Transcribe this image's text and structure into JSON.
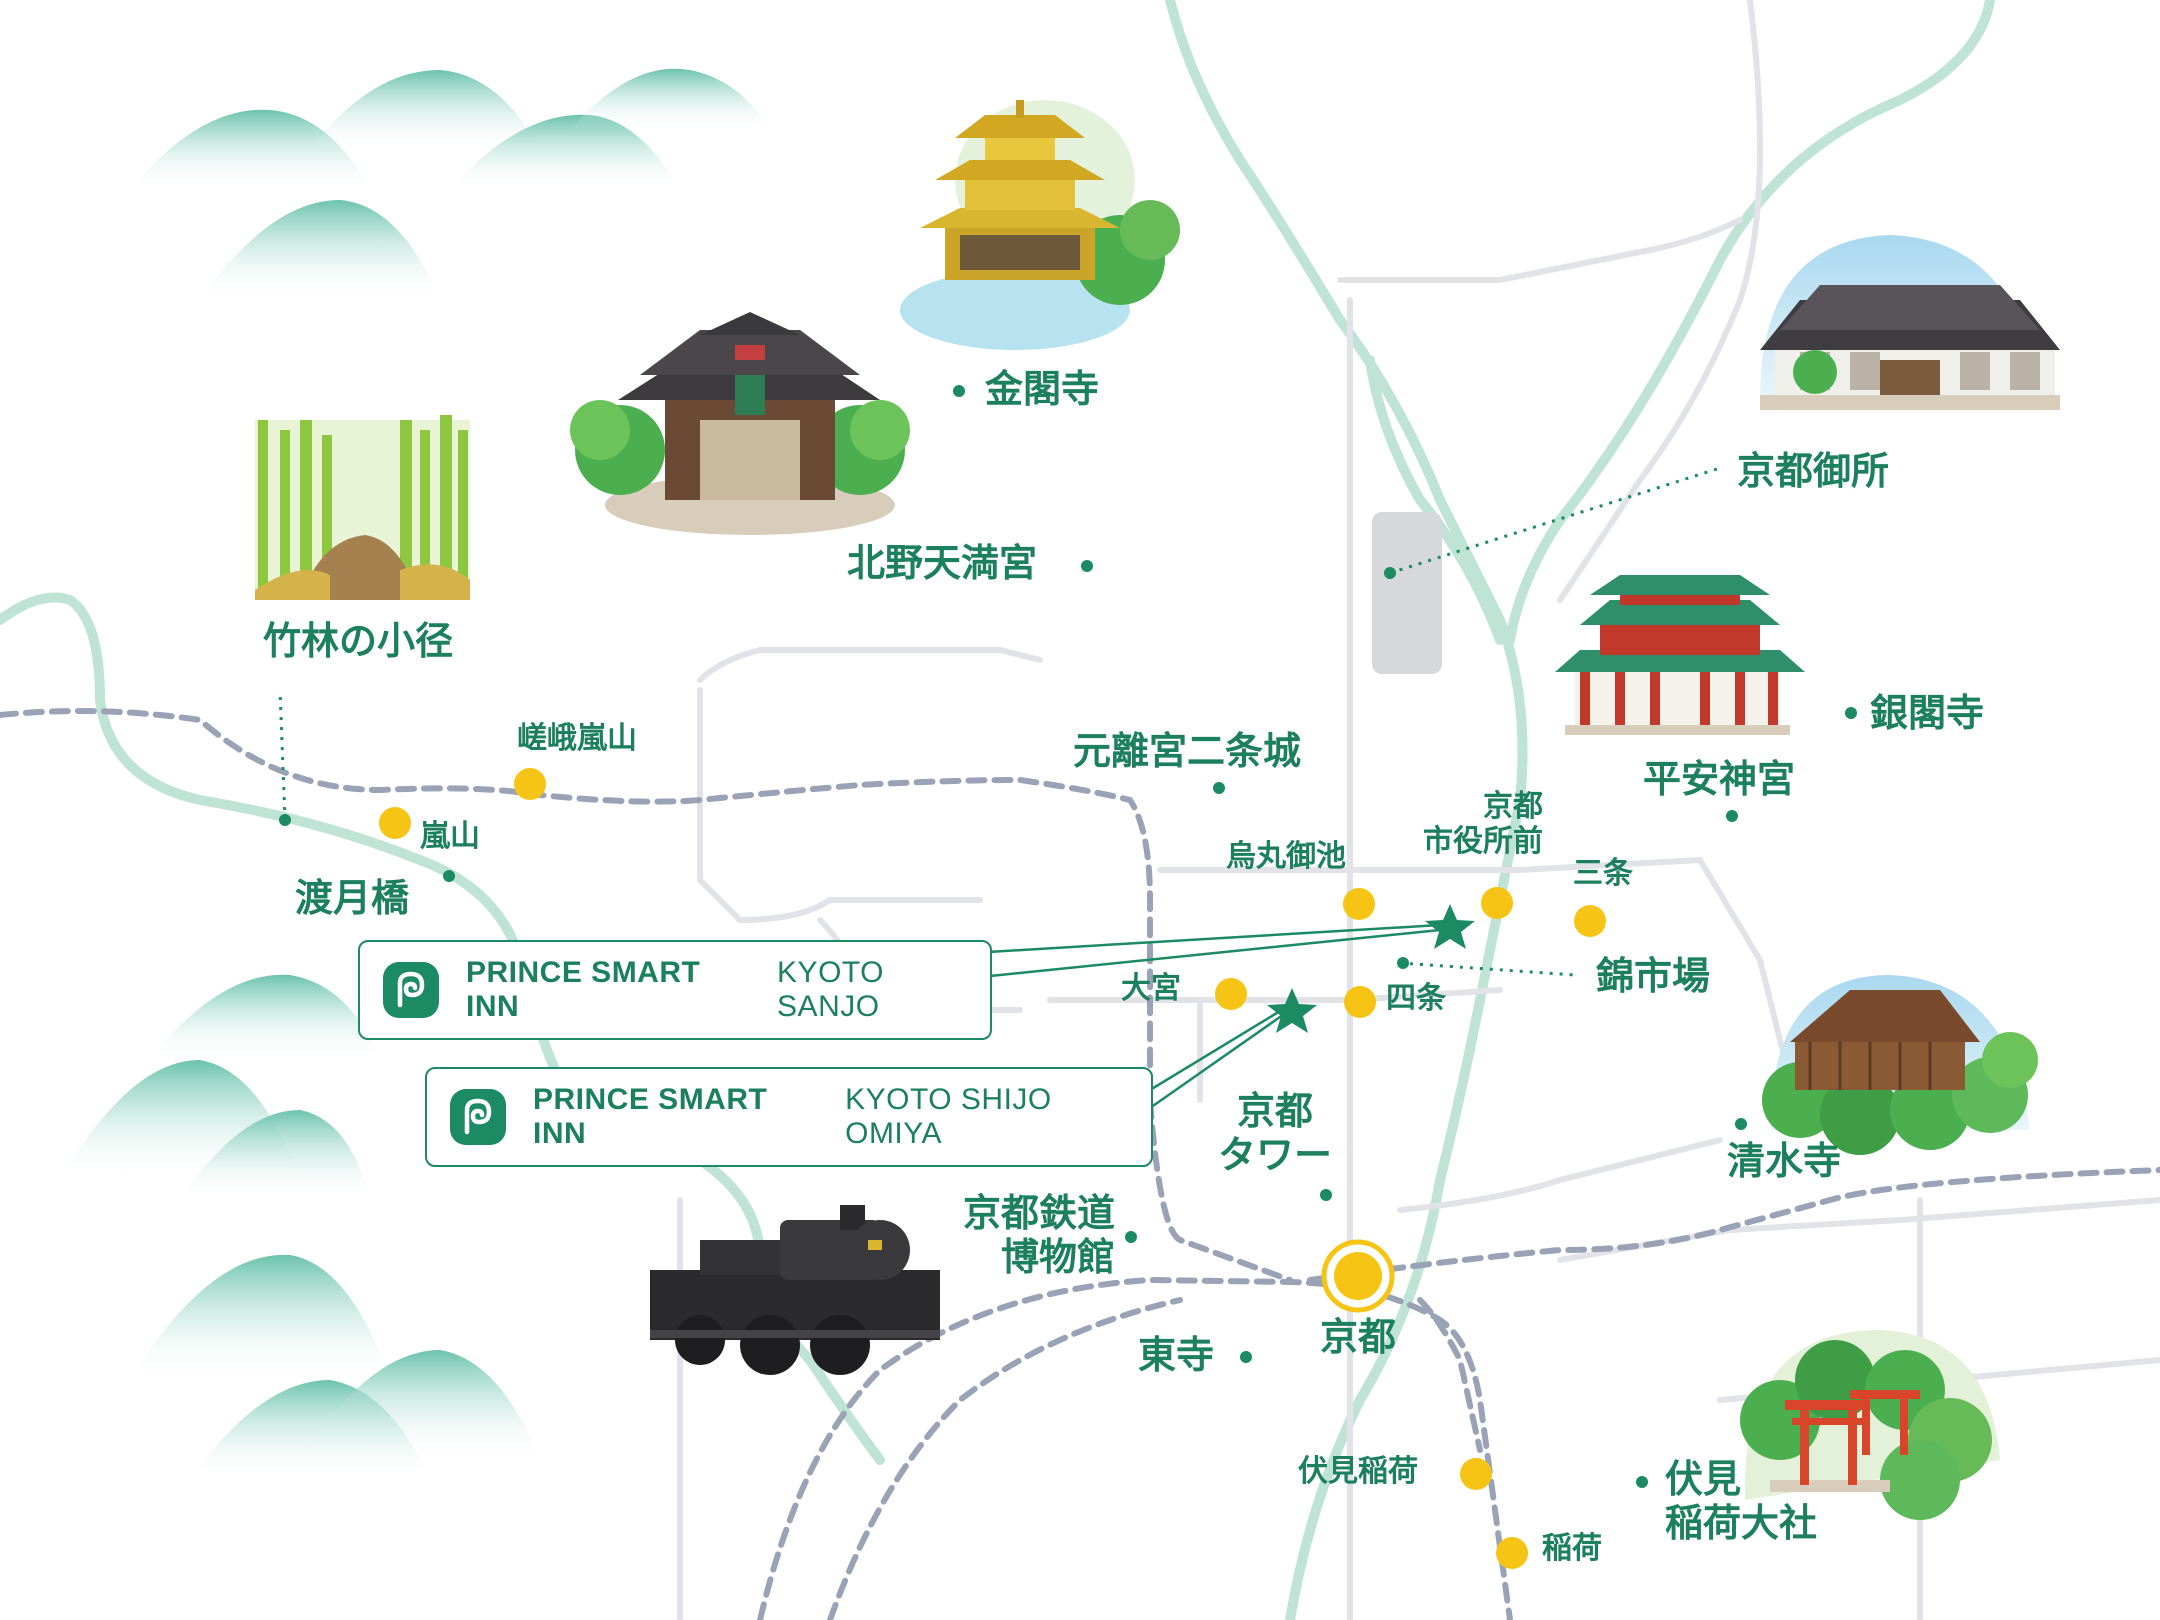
{
  "colors": {
    "river": "#bfe3d5",
    "road": "#e1e3e8",
    "rail": "#9aa3b5",
    "brand_green": "#1c7f5e",
    "station_yellow": "#f6c415",
    "dot_green": "#1c8a62"
  },
  "hotels": [
    {
      "name": "PRINCE SMART INN",
      "location": "KYOTO SANJO",
      "icon": "hotel-logo-icon"
    },
    {
      "name": "PRINCE SMART INN",
      "location": "KYOTO SHIJO OMIYA",
      "icon": "hotel-logo-icon"
    }
  ],
  "landmarks": {
    "kinkakuji": "金閣寺",
    "kitano": "北野天満宮",
    "chikurin": "竹林の小径",
    "gosho": "京都御所",
    "ginkakuji": "銀閣寺",
    "heian": "平安神宮",
    "nijo": "元離宮二条城",
    "nishiki": "錦市場",
    "togetsukyo": "渡月橋",
    "kiyomizu": "清水寺",
    "tower_line1": "京都",
    "tower_line2": "タワー",
    "railway_line1": "京都鉄道",
    "railway_line2": "博物館",
    "toji": "東寺",
    "taisha_line1": "伏見",
    "taisha_line2": "稲荷大社"
  },
  "stations": {
    "saga_arashiyama": "嵯峨嵐山",
    "arashiyama": "嵐山",
    "karasuma_oike": "烏丸御池",
    "shiyakusho_line1": "京都",
    "shiyakusho_line2": "市役所前",
    "sanjo": "三条",
    "omiya": "大宮",
    "shijo": "四条",
    "kyoto": "京都",
    "fushimi_inari": "伏見稲荷",
    "inari": "稲荷"
  }
}
